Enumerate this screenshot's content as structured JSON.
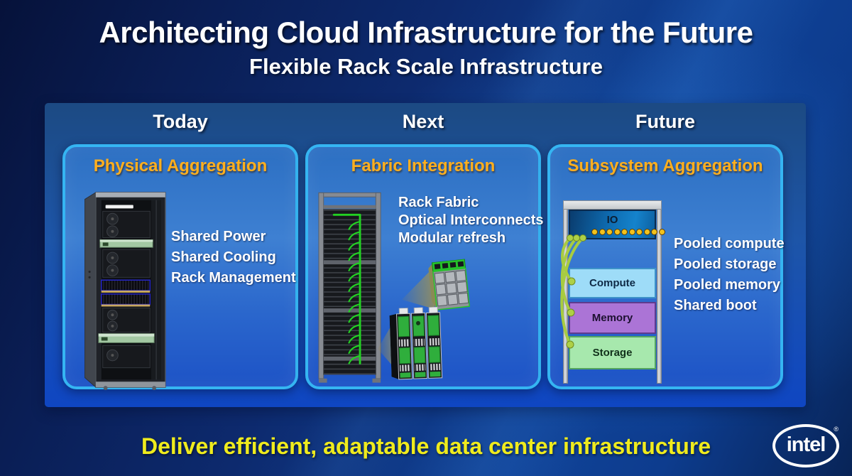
{
  "title": "Architecting Cloud Infrastructure for the Future",
  "subtitle": "Flexible Rack Scale Infrastructure",
  "columns": [
    {
      "era": "Today",
      "panel_title": "Physical Aggregation",
      "bullets": [
        "Shared Power",
        "Shared Cooling",
        "Rack Management"
      ]
    },
    {
      "era": "Next",
      "panel_title": "Fabric Integration",
      "bullets": [
        "Rack Fabric",
        "Optical Interconnects",
        "Modular refresh"
      ]
    },
    {
      "era": "Future",
      "panel_title": "Subsystem Aggregation",
      "bullets": [
        "Pooled compute",
        "Pooled storage",
        "Pooled memory",
        "Shared boot"
      ]
    }
  ],
  "future_diagram": {
    "io_label": "IO",
    "blocks": [
      {
        "label": "Compute",
        "fill": "#9EDCF8",
        "border": "#3E92C9",
        "text": "#0E2A46"
      },
      {
        "label": "Memory",
        "fill": "#AB74D6",
        "border": "#5E3B8E",
        "text": "#1C1030"
      },
      {
        "label": "Storage",
        "fill": "#A7E8AD",
        "border": "#55A560",
        "text": "#11301A"
      }
    ]
  },
  "footer": "Deliver efficient, adaptable data center infrastructure",
  "logo": {
    "text": "intel",
    "registered_mark": "®"
  },
  "colors": {
    "accent_cyan": "#35B5F2",
    "accent_orange": "#FFAF1E",
    "footer_yellow": "#EFEB1D",
    "cable_green": "#A8CC40",
    "fabric_green": "#23D223"
  }
}
